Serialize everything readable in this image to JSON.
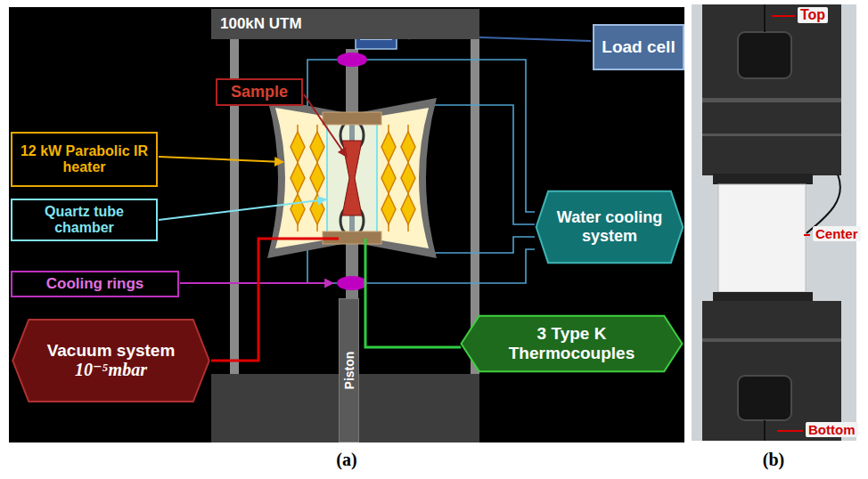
{
  "diagram": {
    "nodes": [
      {
        "text": [
          "100kN UTM"
        ]
      },
      {
        "text": [
          "Load cell"
        ]
      },
      {
        "text": [
          "Sample"
        ]
      },
      {
        "text": [
          "12 kW Parabolic IR heater"
        ]
      },
      {
        "text": [
          "Quartz tube chamber"
        ]
      },
      {
        "text": [
          "Water cooling system"
        ]
      },
      {
        "text": [
          "Cooling rings"
        ]
      },
      {
        "text": [
          "Vacuum system",
          "10⁻⁵mbar"
        ]
      },
      {
        "text": [
          "3 Type K Thermocouples"
        ]
      },
      {
        "text": [
          "Piston"
        ]
      }
    ],
    "labels": [
      "Top",
      "Center",
      "Bottom",
      "(a)",
      "(b)"
    ]
  }
}
